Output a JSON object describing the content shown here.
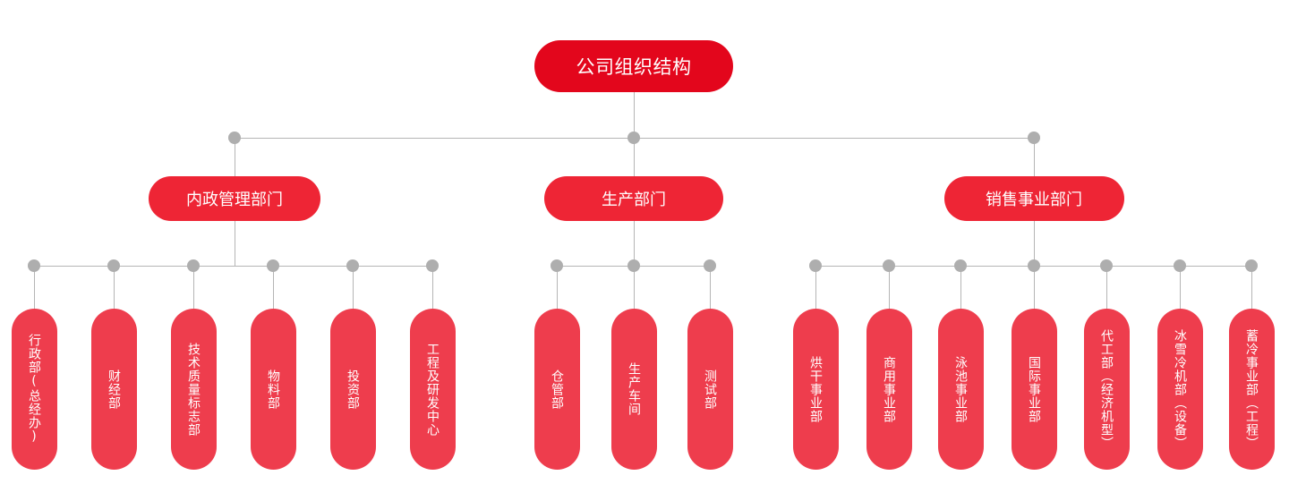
{
  "root": {
    "label": "公司组织结构",
    "color": "#e3061c"
  },
  "colors": {
    "dept": "#ee2535",
    "leaf": "#ee3d4d",
    "connector": "#b5b5b5",
    "dot": "#aeaeae"
  },
  "departments": [
    {
      "label": "内政管理部门",
      "children": [
        "行政部(总经办)",
        "财经部",
        "技术质量标志部",
        "物料部",
        "投资部",
        "工程及研发中心"
      ]
    },
    {
      "label": "生产部门",
      "children": [
        "仓管部",
        "生产车间",
        "测试部"
      ]
    },
    {
      "label": "销售事业部门",
      "children": [
        "烘干事业部",
        "商用事业部",
        "泳池事业部",
        "国际事业部",
        "代工部（经济机型）",
        "冰雪冷机部（设备）",
        "蓄冷事业部（工程）"
      ]
    }
  ]
}
